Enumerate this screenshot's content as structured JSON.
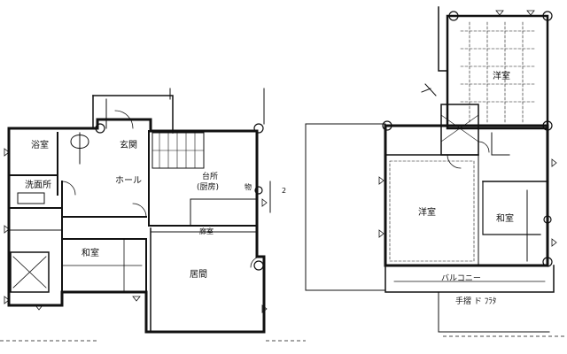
{
  "floor1": {
    "rooms": {
      "bath": "浴室",
      "entrance": "玄関",
      "washroom": "洗面所",
      "hall": "ホール",
      "kitchen_line1": "台所",
      "kitchen_line2": "(厨房)",
      "storage_mark": "物",
      "storage_num": "2",
      "passage": "廊室",
      "tatami": "和室",
      "living": "居間"
    }
  },
  "floor2": {
    "rooms": {
      "top_room": "洋室",
      "main_room": "洋室",
      "tatami": "和室",
      "balcony": "バルコニー",
      "handrail": "手摺 ド ﾌﾗﾀ"
    }
  }
}
